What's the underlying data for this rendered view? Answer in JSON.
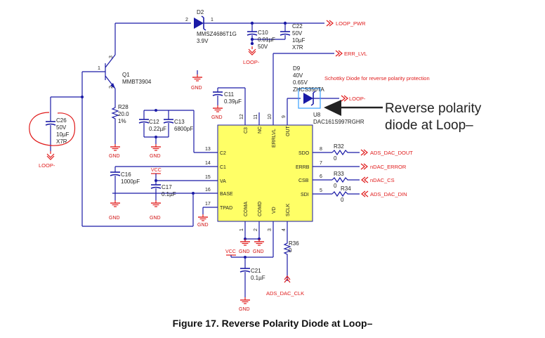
{
  "caption": "Figure 17. Reverse Polarity Diode at Loop–",
  "callout": {
    "line1": "Reverse polarity",
    "line2": "diode at Loop–"
  },
  "note": "Schottky Diode for reverse polarity protection",
  "nets": {
    "loop_pwr": "LOOP_PWR",
    "err_lvl": "ERR_LVL",
    "loop_minus": "LOOP-",
    "ads_dac_dout": "ADS_DAC_DOUT",
    "ndac_error": "nDAC_ERROR",
    "ndac_cs": "nDAC_CS",
    "ads_dac_din": "ADS_DAC_DIN",
    "ads_dac_clk": "ADS_DAC_CLK"
  },
  "power": {
    "vcc": "VCC",
    "gnd": "GND"
  },
  "ic": {
    "ref": "U8",
    "part": "DAC161S997RGHR",
    "pins_top": [
      {
        "name": "C3",
        "num": "12"
      },
      {
        "name": "NC",
        "num": "11"
      },
      {
        "name": "ERRLVL",
        "num": "10"
      },
      {
        "name": "OUT",
        "num": "9"
      }
    ],
    "pins_left": [
      {
        "name": "C2",
        "num": "13"
      },
      {
        "name": "C1",
        "num": "14"
      },
      {
        "name": "VA",
        "num": "15"
      },
      {
        "name": "BASE",
        "num": "16"
      },
      {
        "name": "TPAD",
        "num": "17"
      }
    ],
    "pins_right": [
      {
        "name": "SDO",
        "num": "8"
      },
      {
        "name": "ERRB",
        "num": "7"
      },
      {
        "name": "CSB",
        "num": "6"
      },
      {
        "name": "SDI",
        "num": "5"
      }
    ],
    "pins_bottom": [
      {
        "name": "COMA",
        "num": "1"
      },
      {
        "name": "COMD",
        "num": "2"
      },
      {
        "name": "VD",
        "num": "3"
      },
      {
        "name": "SCLK",
        "num": "4"
      }
    ]
  },
  "components": {
    "d2": {
      "ref": "D2",
      "part": "MMSZ4686T1G",
      "value": "3.9V",
      "pin_a": "2",
      "pin_k": "1"
    },
    "q1": {
      "ref": "Q1",
      "part": "MMBT3904",
      "pin_b": "1",
      "pin_c": "3",
      "pin_e": "2"
    },
    "c10": {
      "ref": "C10",
      "value": "0.01µF",
      "rating": "50V"
    },
    "c22": {
      "ref": "C22",
      "rating": "50V",
      "value": "10µF",
      "dielectric": "X7R"
    },
    "d9": {
      "ref": "D9",
      "rating": "40V",
      "vf": "0.65V",
      "part": "ZHCS350TA"
    },
    "c11": {
      "ref": "C11",
      "value": "0.39µF"
    },
    "c12": {
      "ref": "C12",
      "value": "0.22µF"
    },
    "c13": {
      "ref": "C13",
      "value": "6800pF"
    },
    "r28": {
      "ref": "R28",
      "value": "20.0",
      "tol": "1%"
    },
    "c26": {
      "ref": "C26",
      "rating": "50V",
      "value": "10µF",
      "dielectric": "X7R"
    },
    "c16": {
      "ref": "C16",
      "value": "1000pF"
    },
    "c17": {
      "ref": "C17",
      "value": "0.1µF"
    },
    "r32": {
      "ref": "R32",
      "value": "0"
    },
    "r33": {
      "ref": "R33",
      "value": "0"
    },
    "r34": {
      "ref": "R34",
      "value": "0"
    },
    "r36": {
      "ref": "R36",
      "value": "0"
    },
    "c21": {
      "ref": "C21",
      "value": "0.1µF"
    }
  }
}
